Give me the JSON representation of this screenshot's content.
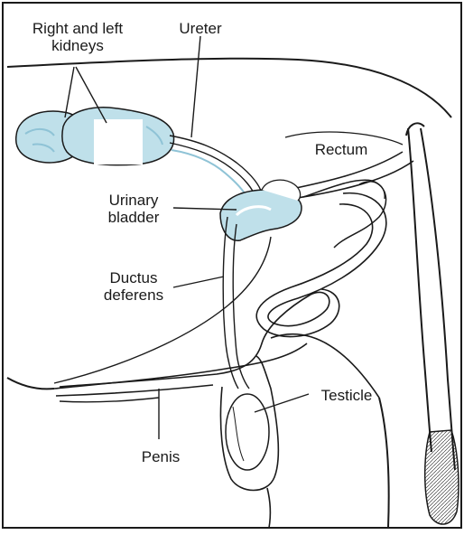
{
  "labels": {
    "kidneys_line1": "Right and left",
    "kidneys_line2": "kidneys",
    "ureter": "Ureter",
    "rectum": "Rectum",
    "bladder_line1": "Urinary",
    "bladder_line2": "bladder",
    "ductus_line1": "Ductus",
    "ductus_line2": "deferens",
    "testicle": "Testicle",
    "penis": "Penis"
  },
  "colors": {
    "organ_fill": "#bfe0ea",
    "organ_shade": "#8fc3d6",
    "line": "#1a1a1a",
    "background": "#ffffff"
  }
}
